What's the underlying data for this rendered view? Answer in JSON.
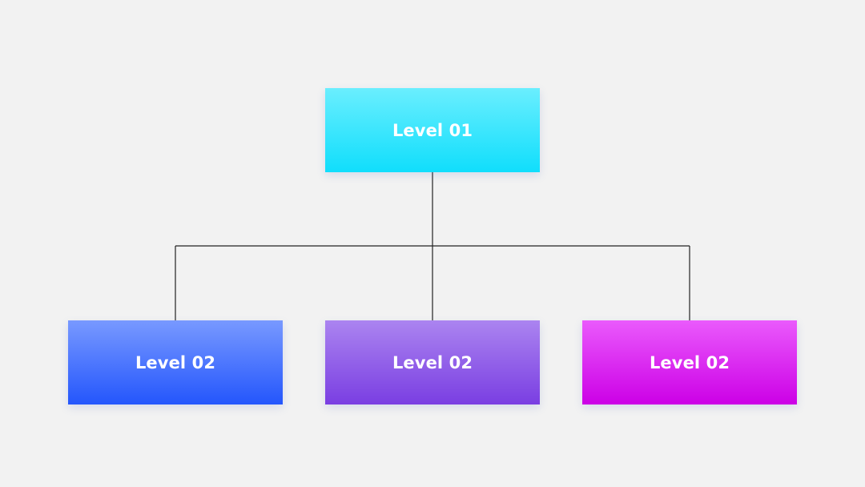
{
  "diagram": {
    "root": {
      "label": "Level 01",
      "gradient": [
        "#6aeefe",
        "#10defc"
      ]
    },
    "children": [
      {
        "label": "Level 02",
        "gradient": [
          "#7899ff",
          "#2456fc"
        ]
      },
      {
        "label": "Level 02",
        "gradient": [
          "#ab84f0",
          "#7a3ee2"
        ]
      },
      {
        "label": "Level 02",
        "gradient": [
          "#ea5afc",
          "#cc00e6"
        ]
      }
    ],
    "colors": {
      "background": "#f2f2f2",
      "connector": "#222222",
      "text": "#ffffff"
    }
  }
}
